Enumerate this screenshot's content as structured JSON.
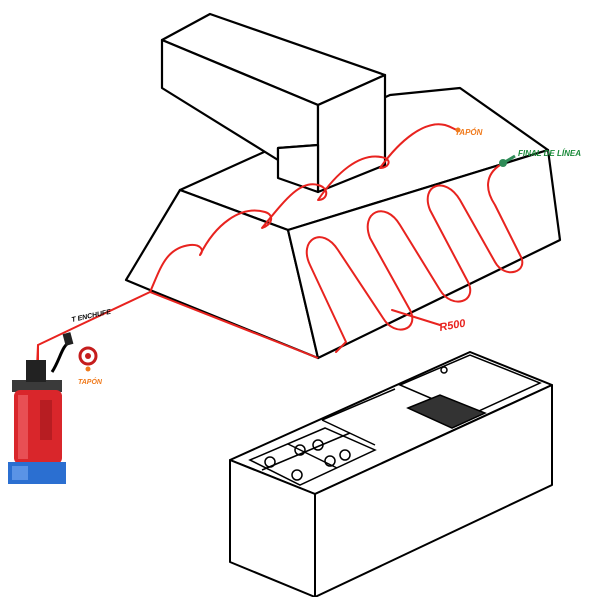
{
  "labels": {
    "tapon_top": "TAPÓN",
    "final_de_linea": "FINAL DE LÍNEA",
    "r500": "R500",
    "t_enchufe": "T ENCHUFE",
    "tapon_bottom": "TAPÓN"
  },
  "colors": {
    "line": "#000000",
    "detection_tube": "#e8231f",
    "tapon_label": "#f07a1c",
    "final_label": "#1a8a3a",
    "extinguisher": "#d9262b",
    "extinguisher_base": "#2b6fd1"
  }
}
